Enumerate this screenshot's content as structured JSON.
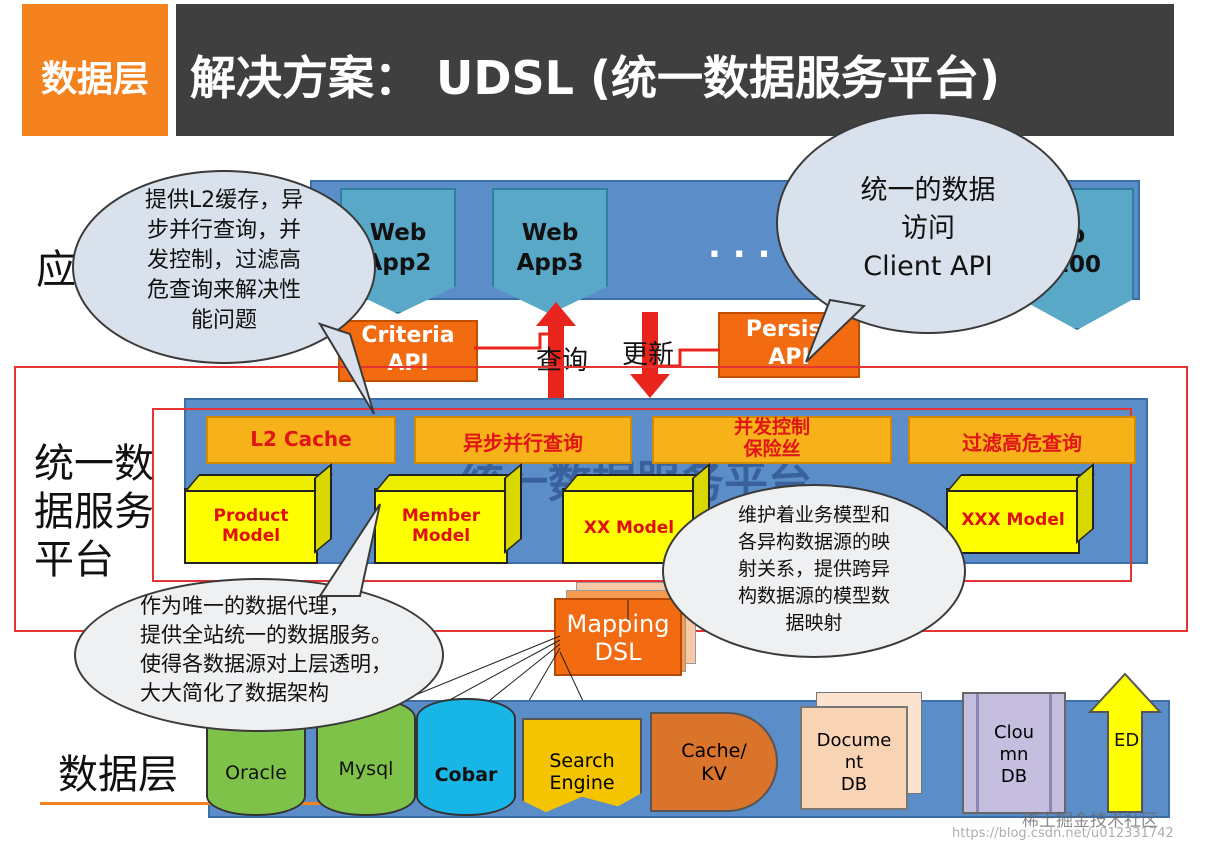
{
  "header": {
    "section_tag": "数据层",
    "title": "解决方案： UDSL (统一数据服务平台)"
  },
  "layers": {
    "app_layer_label": "应",
    "service_layer_label": [
      "统一数",
      "据服务",
      "平台"
    ],
    "data_layer_label": "数据层"
  },
  "apps": [
    {
      "line1": "Web",
      "line2": "App2"
    },
    {
      "line1": "Web",
      "line2": "App3"
    },
    {
      "line1": "b",
      "line2": "100"
    }
  ],
  "ellipsis": ". . .",
  "apis": {
    "criteria": [
      "Criteria",
      "API"
    ],
    "persist": [
      "Persist",
      "API"
    ]
  },
  "flow_labels": {
    "query": "查询",
    "update": "更新"
  },
  "platform_bars": [
    {
      "label": "L2 Cache"
    },
    {
      "label": "异步并行查询"
    },
    {
      "label": "并发控制",
      "label2": "保险丝"
    },
    {
      "label": "过滤高危查询"
    }
  ],
  "platform_watermark": "统一数据服务平台",
  "models": [
    {
      "line1": "Product",
      "line2": "Model"
    },
    {
      "line1": "Member",
      "line2": "Model"
    },
    {
      "line1": "XX Model",
      "line2": ""
    },
    {
      "line1": "XXX Model",
      "line2": ""
    }
  ],
  "mapping": [
    "Mapping",
    "DSL"
  ],
  "datasources": [
    {
      "label": "Oracle",
      "color": "#7fc24a"
    },
    {
      "label": "Mysql",
      "color": "#7fc24a"
    },
    {
      "label": "Cobar",
      "color": "#18b6e6"
    },
    {
      "label": "Search\nEngine",
      "color": "#f5c400"
    },
    {
      "label": "Cache/\nKV",
      "color": "#d9742a"
    },
    {
      "label": "Docume\nnt\nDB",
      "color": "#f9d4b4"
    },
    {
      "label": "Clou\nmn\nDB",
      "color": "#c5bedf"
    },
    {
      "label": "ED",
      "color": "#ffff00"
    }
  ],
  "callouts": {
    "l2": [
      "提供L2缓存，异",
      "步并行查询，并",
      "发控制，过滤高",
      "危查询来解决性",
      "能问题"
    ],
    "client_api": [
      "统一的数据",
      "访问",
      "Client API"
    ],
    "mapping_note": [
      "维护着业务模型和",
      "各异构数据源的映",
      "射关系，提供跨异",
      "构数据源的模型数",
      "据映射"
    ],
    "proxy_note": [
      "作为唯一的数据代理，",
      "提供全站统一的数据服务。",
      "使得各数据源对上层透明，",
      "大大简化了数据架构"
    ]
  },
  "watermark": "稀土掘金技术社区",
  "watermark2": "https://blog.csdn.net/u012331742"
}
